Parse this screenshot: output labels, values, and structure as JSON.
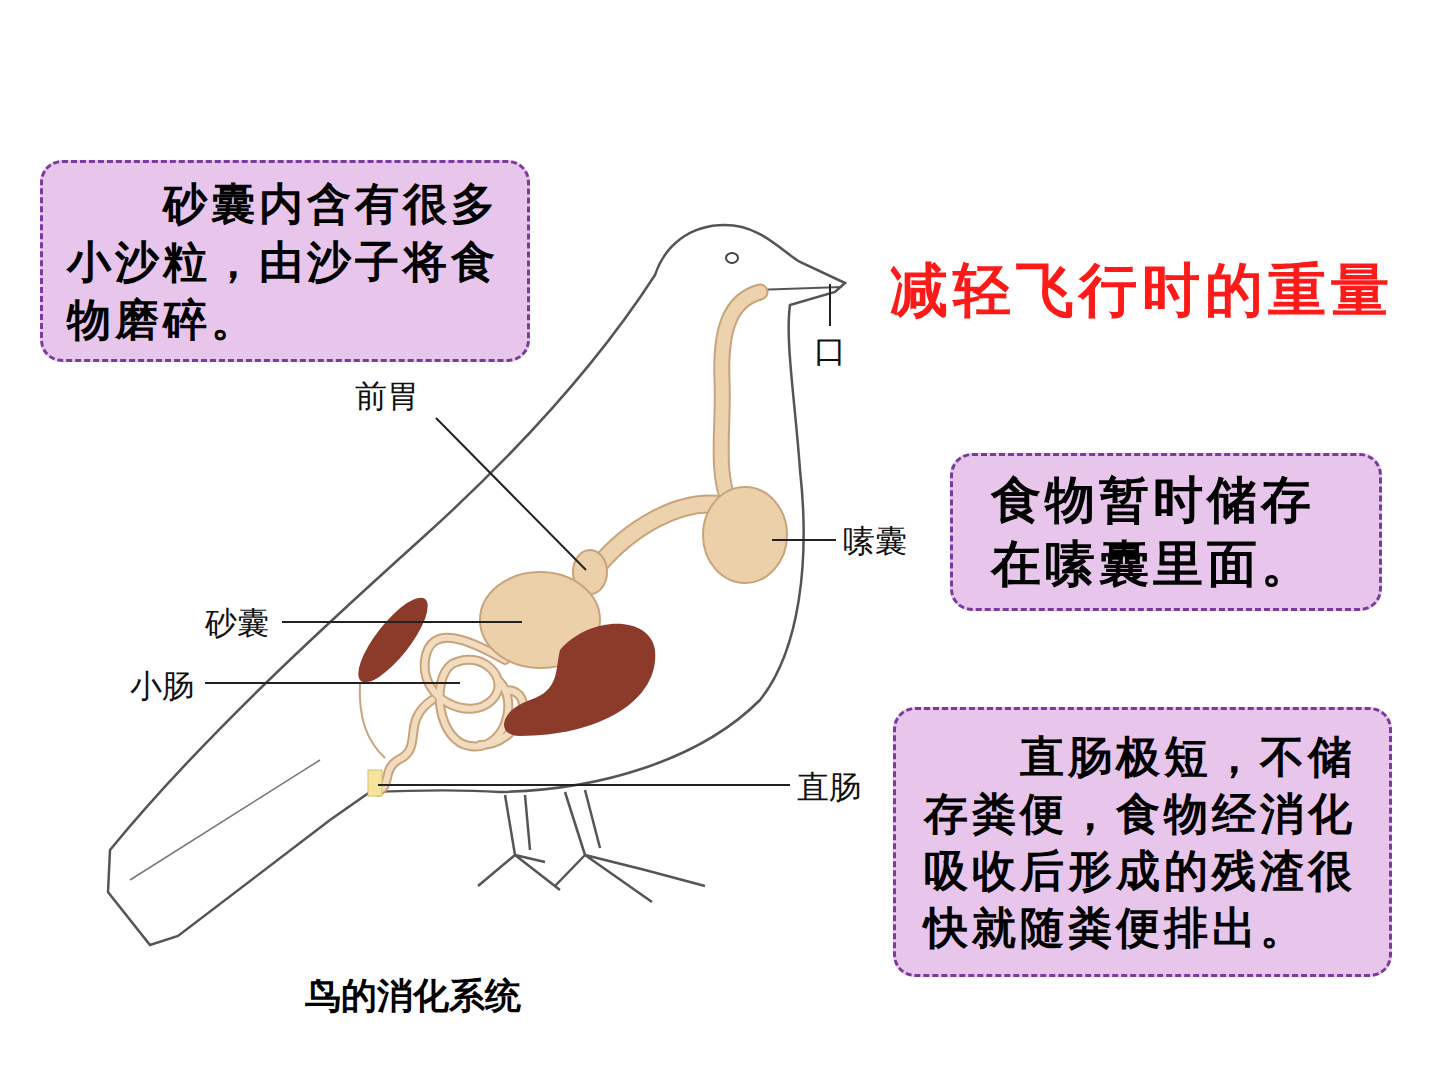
{
  "diagram": {
    "caption": "鸟的消化系统",
    "nodes": [
      {
        "text": [
          "砂囊内含有很多小沙粒，由沙子将食物磨碎。"
        ]
      },
      {
        "text": [
          "食物暂时储存在嗉囊里面。"
        ]
      },
      {
        "text": [
          "直肠极短，不储存粪便，食物经消化吸收后形成的残渣很快就随粪便排出。"
        ]
      }
    ],
    "labels": [
      "减轻飞行时的重量",
      "口",
      "前胃",
      "嗉囊",
      "砂囊",
      "小肠",
      "直肠"
    ]
  }
}
